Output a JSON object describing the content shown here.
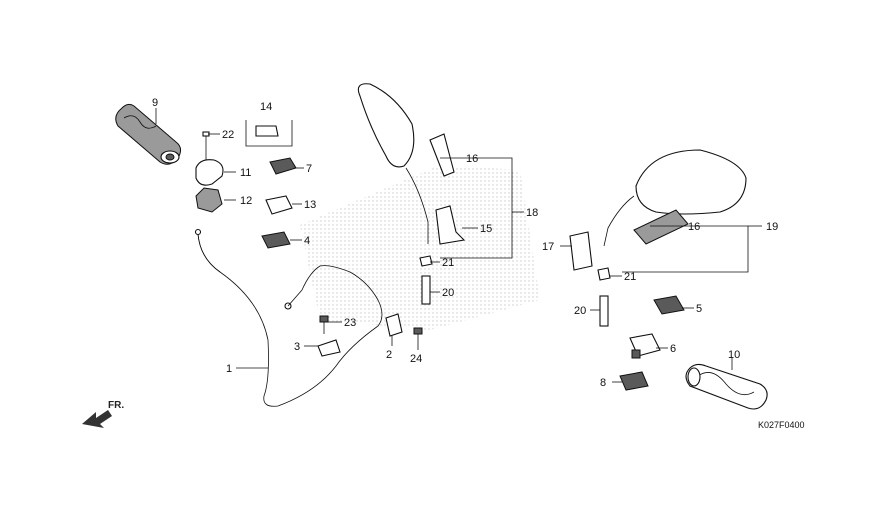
{
  "diagram": {
    "part_code": "K027F0400",
    "direction_label": "FR.",
    "callouts": {
      "c1": "1",
      "c2": "2",
      "c3": "3",
      "c4": "4",
      "c5": "5",
      "c6": "6",
      "c7": "7",
      "c8": "8",
      "c9": "9",
      "c10": "10",
      "c11": "11",
      "c12": "12",
      "c13": "13",
      "c14": "14",
      "c15": "15",
      "c16a": "16",
      "c16b": "16",
      "c17": "17",
      "c18": "18",
      "c19": "19",
      "c20a": "20",
      "c20b": "20",
      "c21a": "21",
      "c21b": "21",
      "c22": "22",
      "c23": "23",
      "c24": "24"
    }
  }
}
